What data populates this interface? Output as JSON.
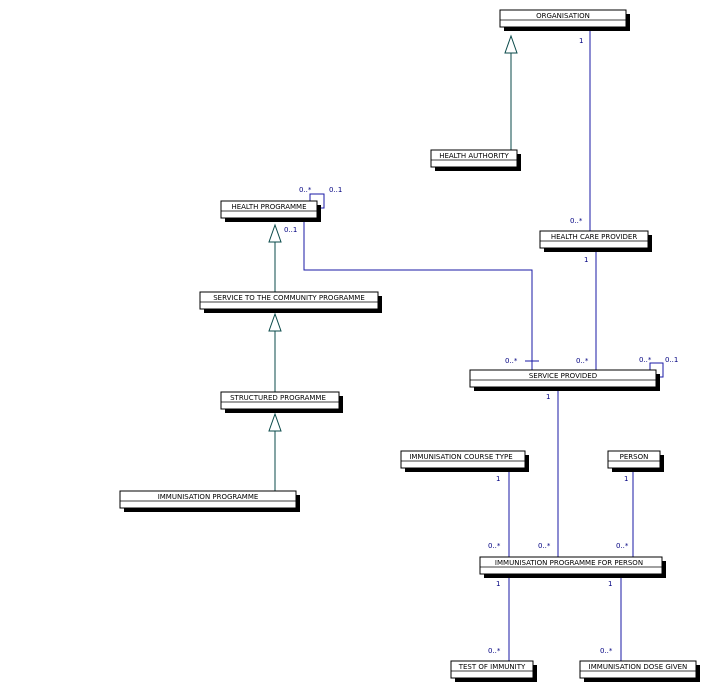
{
  "colors": {
    "association": "#1a1aa6",
    "generalization": "#0a4a4a",
    "box_border": "#000000",
    "box_shadow": "#000000",
    "multiplicity_text": "#000080"
  },
  "classes": {
    "organisation": "ORGANISATION",
    "health_authority": "HEALTH AUTHORITY",
    "health_programme": "HEALTH PROGRAMME",
    "health_care_provider": "HEALTH CARE PROVIDER",
    "service_to_community_programme": "SERVICE TO THE COMMUNITY PROGRAMME",
    "service_provided": "SERVICE PROVIDED",
    "structured_programme": "STRUCTURED PROGRAMME",
    "immunisation_course_type": "IMMUNISATION COURSE TYPE",
    "person": "PERSON",
    "immunisation_programme": "IMMUNISATION PROGRAMME",
    "immunisation_programme_for_person": "IMMUNISATION PROGRAMME FOR PERSON",
    "test_of_immunity": "TEST OF IMMUNITY",
    "immunisation_dose_given": "IMMUNISATION DOSE GIVEN"
  },
  "multiplicities": {
    "org_hcp_org_end": "1",
    "org_hcp_hcp_end": "0..*",
    "hp_self_many": "0..*",
    "hp_self_one": "0..1",
    "hp_sp_hp_end": "0..1",
    "hp_sp_sp_end": "0..*",
    "hcp_sp_hcp_end": "1",
    "hcp_sp_sp_end": "0..*",
    "sp_self_many": "0..*",
    "sp_self_one": "0..1",
    "sp_ipp_sp_end": "1",
    "sp_ipp_ipp_end": "0..*",
    "ict_ipp_ict_end": "1",
    "ict_ipp_ipp_end": "0..*",
    "person_ipp_person_end": "1",
    "person_ipp_ipp_end": "0..*",
    "ipp_toi_ipp_end": "1",
    "ipp_toi_toi_end": "0..*",
    "ipp_idg_ipp_end": "1",
    "ipp_idg_idg_end": "0..*"
  }
}
